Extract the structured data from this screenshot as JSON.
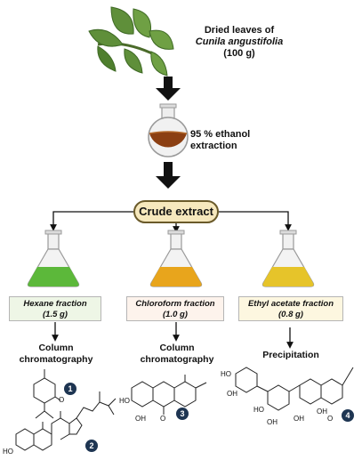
{
  "source": {
    "line1": "Dried leaves of",
    "line2": "Cunila angustifolia",
    "line3": "(100 g)"
  },
  "extraction": {
    "line1": "95 % ethanol",
    "line2": "extraction"
  },
  "crude_label": "Crude extract",
  "fractions": [
    {
      "name": "Hexane fraction",
      "mass": "(1.5 g)",
      "color": "#5cb83a",
      "box_bg": "#eef6e6",
      "method_line1": "Column",
      "method_line2": "chromatography"
    },
    {
      "name": "Chloroform fraction",
      "mass": "(1.0 g)",
      "color": "#e8a51c",
      "box_bg": "#fdf3ec",
      "method_line1": "Column",
      "method_line2": "chromatography"
    },
    {
      "name": "Ethyl acetate fraction",
      "mass": "(0.8 g)",
      "color": "#e6c42a",
      "box_bg": "#fdf7e0",
      "method_line1": "Precipitation",
      "method_line2": ""
    }
  ],
  "compounds": [
    "1",
    "2",
    "3",
    "4"
  ],
  "structure_labels": {
    "ho_steroid": "HO",
    "ho_flav_left": "HO",
    "oh_flav_bottom": "OH",
    "o_flav_carbonyl": "O",
    "ho_glyc_1": "HO",
    "oh_glyc_1": "OH",
    "ho_glyc_2": "HO",
    "oh_glyc_2": "OH",
    "oh_glyc_3": "OH",
    "oh_glyc_flav": "OH",
    "o_glyc_carbonyl": "O",
    "o_pulegone": "O"
  },
  "colors": {
    "arrow": "#111111",
    "leaf": "#5f8f3a",
    "leaf_dark": "#3f6a25",
    "brown_solution": "#8b3f12",
    "crude_fill": "#f6e8bd",
    "badge": "#1e3552"
  }
}
